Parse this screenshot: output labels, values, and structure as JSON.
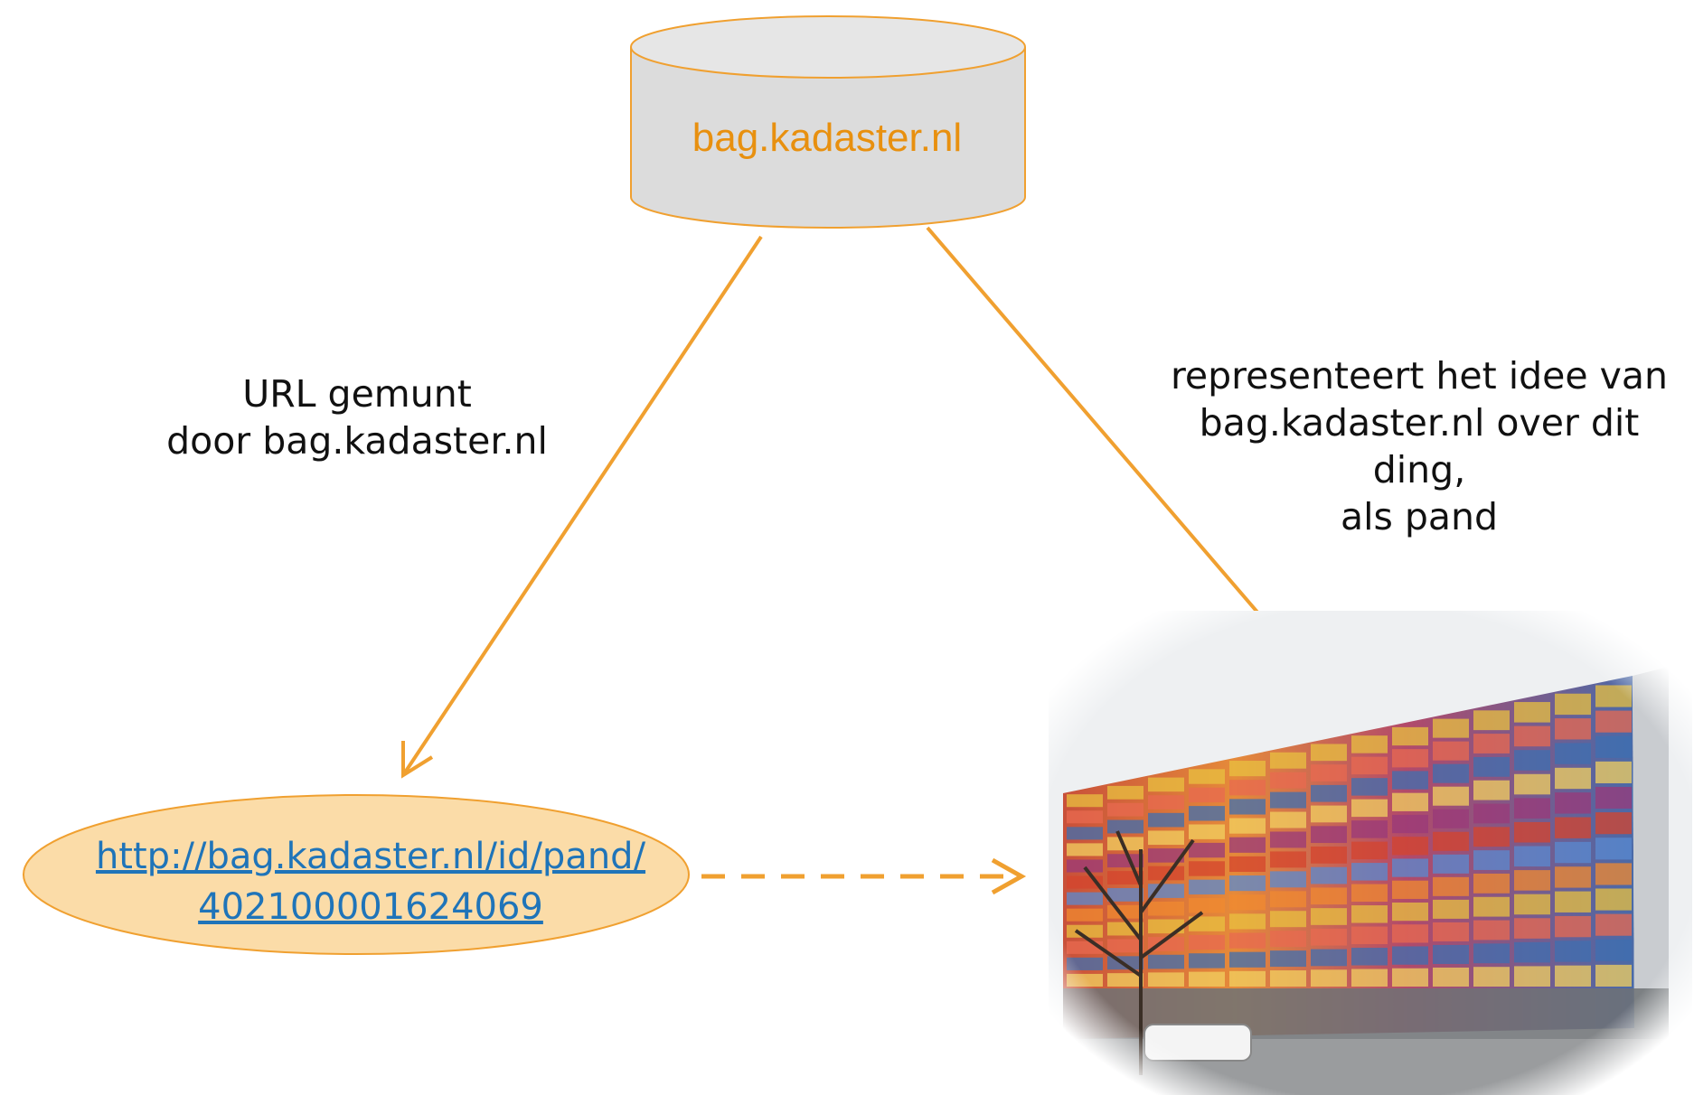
{
  "database": {
    "label": "bag.kadaster.nl"
  },
  "edges": {
    "minted": {
      "line1": "URL gemunt",
      "line2": "door bag.kadaster.nl"
    },
    "represents": {
      "line1": "representeert het idee van",
      "line2": "bag.kadaster.nl over dit ding,",
      "line3": "als pand"
    }
  },
  "resource": {
    "url_line1": "http://bag.kadaster.nl/id/pand/",
    "url_line2": "402100001624069"
  },
  "colors": {
    "accent": "#f0a030",
    "db_fill": "#dcdcdc",
    "ellipse_fill": "#fbdca8",
    "link": "#1f74b9"
  }
}
